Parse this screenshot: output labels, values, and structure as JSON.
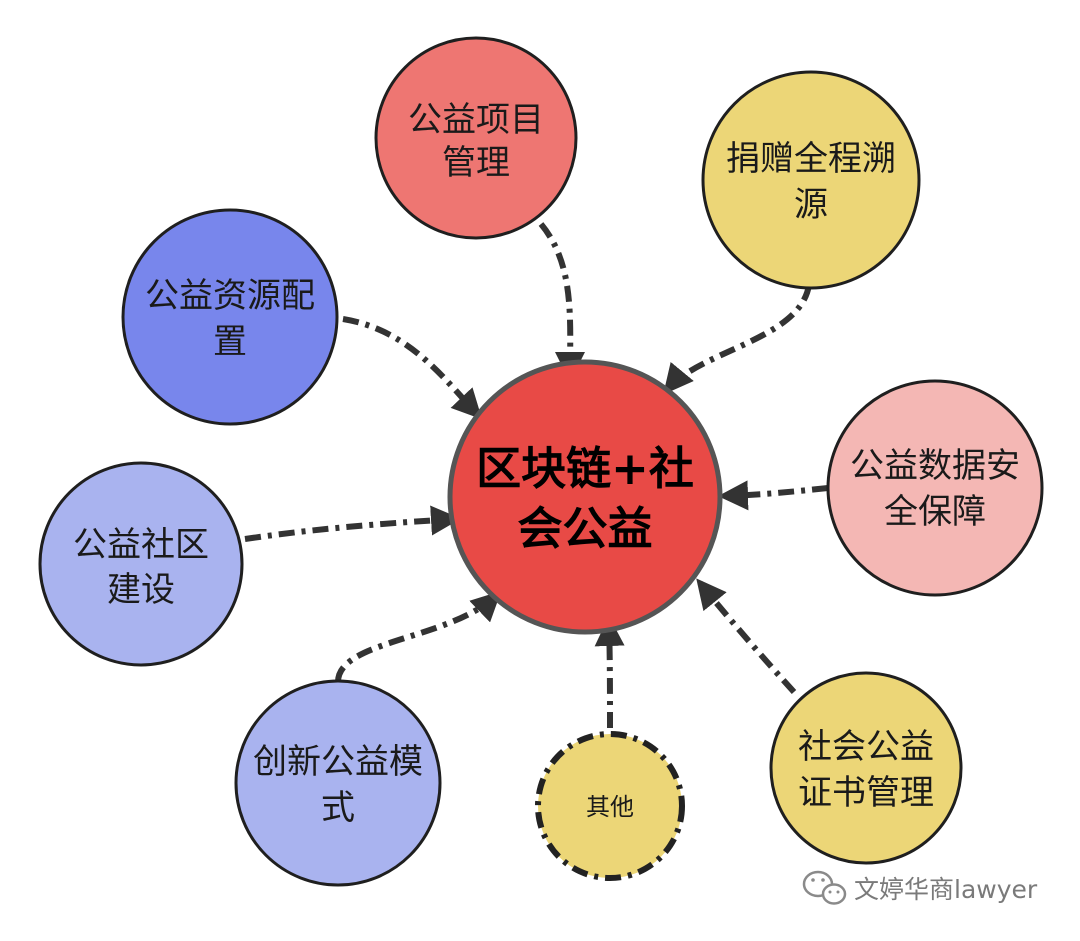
{
  "diagram": {
    "center": {
      "lines": [
        "区块链+社",
        "会公益"
      ],
      "color": "#e84a46"
    },
    "nodes": [
      {
        "id": "project",
        "lines": [
          "公益项目",
          "管理"
        ],
        "color": "#ee7672"
      },
      {
        "id": "trace",
        "lines": [
          "捐赠全程溯",
          "源"
        ],
        "color": "#ecd677"
      },
      {
        "id": "resource",
        "lines": [
          "公益资源配",
          "置"
        ],
        "color": "#7886ec"
      },
      {
        "id": "data-security",
        "lines": [
          "公益数据安",
          "全保障"
        ],
        "color": "#f4b7b4"
      },
      {
        "id": "community",
        "lines": [
          "公益社区",
          "建设"
        ],
        "color": "#a9b3ef"
      },
      {
        "id": "model",
        "lines": [
          "创新公益模",
          "式"
        ],
        "color": "#a9b3ef"
      },
      {
        "id": "other",
        "lines": [
          "其他"
        ],
        "color": "#ecd677"
      },
      {
        "id": "certificate",
        "lines": [
          "社会公益",
          "证书管理"
        ],
        "color": "#ecd677"
      }
    ]
  },
  "watermark": {
    "text": "文婷华商lawyer",
    "icon": "wechat-icon"
  }
}
